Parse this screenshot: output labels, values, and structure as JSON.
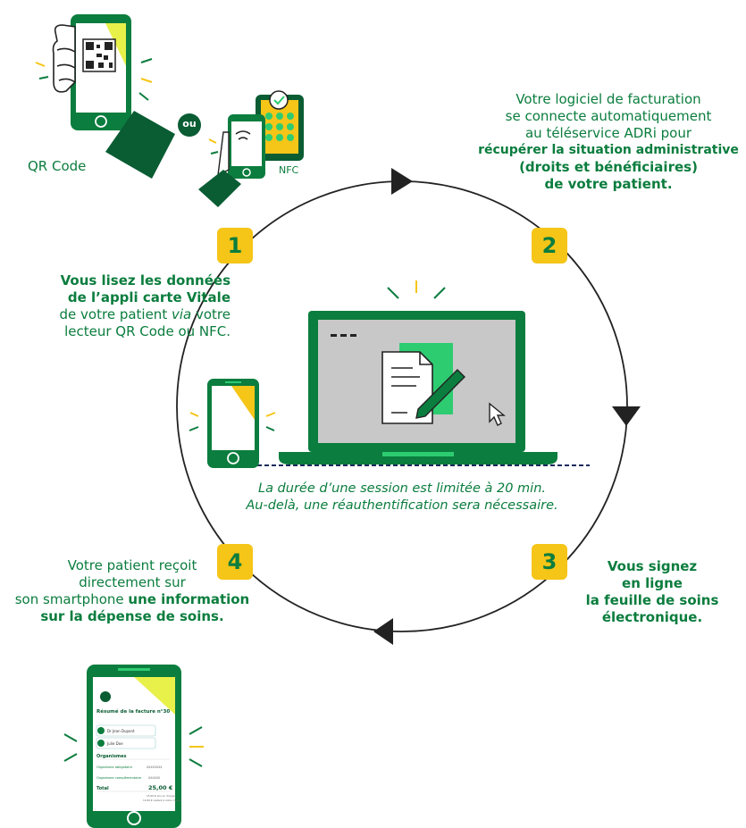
{
  "step1": {
    "number": "1",
    "label_qr": "QR Code",
    "label_ou": "ou",
    "label_nfc": "NFC",
    "line1": "Vous lisez les données",
    "line2": "de l’appli carte Vitale",
    "line3_pre": "de votre patient ",
    "line3_via": "via",
    "line3_post": " votre",
    "line4": "lecteur QR Code ou NFC."
  },
  "step2": {
    "number": "2",
    "line1": "Votre logiciel de facturation",
    "line2": "se connecte automatiquement",
    "line3": "au téléservice ADRi pour",
    "line4": "récupérer la situation administrative",
    "line5": "(droits et bénéficiaires)",
    "line6": "de votre patient."
  },
  "step3": {
    "number": "3",
    "line1": "Vous signez",
    "line2": "en ligne",
    "line3": "la feuille de soins",
    "line4": "électronique."
  },
  "step4": {
    "number": "4",
    "line1": "Votre patient reçoit",
    "line2": "directement sur",
    "line3_pre": "son smartphone ",
    "line3_bold": "une information",
    "line4": "sur la dépense de soins."
  },
  "center_note": {
    "line1": "La durée d’une session est limitée à 20 min.",
    "line2": "Au-delà, une réauthentification sera nécessaire."
  },
  "phone_screen": {
    "title": "Résumé de la facture n°30",
    "row1": "Dr Jean Dupont",
    "row2": "Julie Doe",
    "section": "Organismes",
    "org1": "Organisme obligatoire",
    "org1_val": "XXXXXXXX",
    "org2": "Organisme complémentaire",
    "org2_val": "XXXXXX",
    "total_label": "Total",
    "total_value": "25,00 €",
    "foot1": "15,00 € pris en charge",
    "foot2": "10,00 € restant à votre charge"
  },
  "colors": {
    "green": "#0b7d3e",
    "dark_green": "#0a5c33",
    "light_green": "#2ecc71",
    "yellow": "#f5c518",
    "grey": "#c8c8c8",
    "black": "#222222"
  }
}
